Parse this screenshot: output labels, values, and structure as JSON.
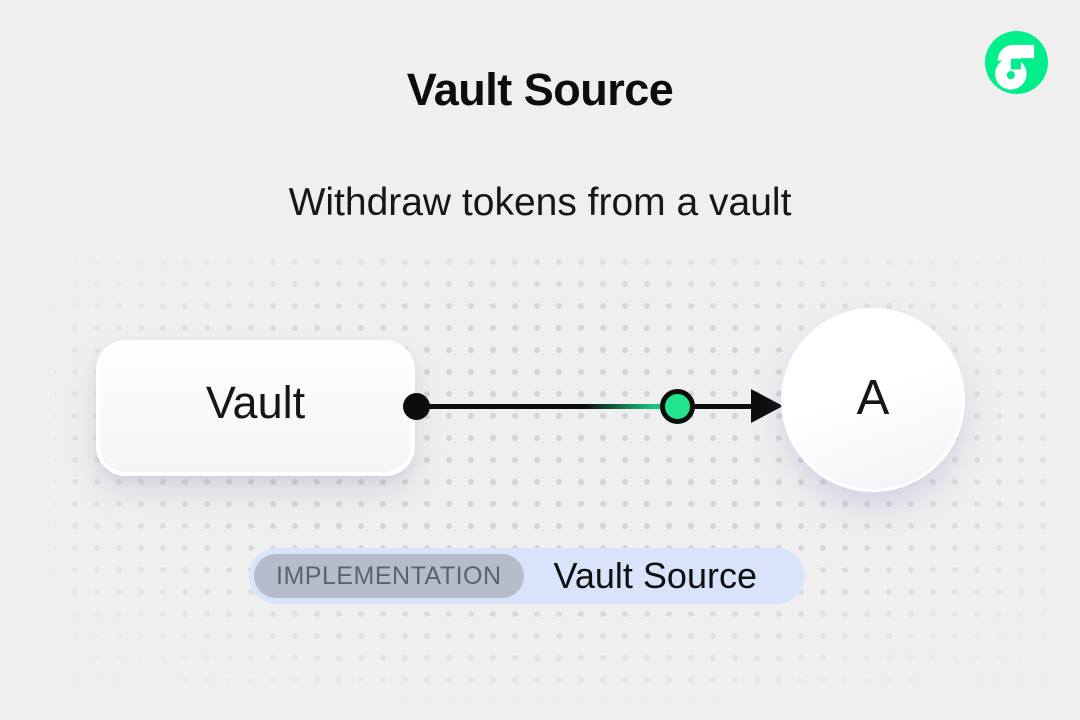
{
  "header": {
    "title": "Vault Source",
    "subtitle": "Withdraw tokens from a vault"
  },
  "brand": {
    "logo_icon": "flow-logo",
    "logo_color": "#00EF8B"
  },
  "diagram": {
    "source_node": {
      "label": "Vault"
    },
    "target_node": {
      "label": "A"
    },
    "connector": {
      "line_color": "#0D0D0D",
      "start_dot_color": "#0D0D0D",
      "token_dot_color": "#22E58B"
    }
  },
  "footer": {
    "badge_label": "IMPLEMENTATION",
    "implementation_name": "Vault Source",
    "pill_color": "#D9E4FB",
    "badge_color": "#B4BECB"
  },
  "background": {
    "color": "#EFEFF0",
    "dot_color": "#D4D4D8"
  }
}
